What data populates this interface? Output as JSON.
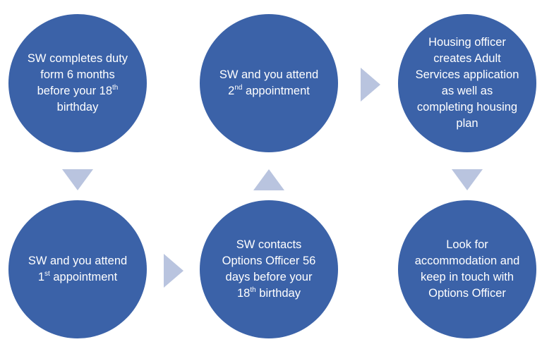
{
  "colors": {
    "circle_fill": "#3b62a8",
    "arrow_fill": "#b9c4df",
    "text": "#ffffff",
    "background": "#ffffff"
  },
  "steps": [
    {
      "pre": "SW completes duty form 6 months before your 18",
      "sup": "th",
      "post": " birthday"
    },
    {
      "pre": "SW and you attend 2",
      "sup": "nd",
      "post": " appointment"
    },
    {
      "pre": "Housing officer creates Adult Services application as well as completing housing plan",
      "sup": "",
      "post": ""
    },
    {
      "pre": "SW and you attend 1",
      "sup": "st",
      "post": " appointment"
    },
    {
      "pre": "SW contacts Options Officer 56 days before your 18",
      "sup": "th",
      "post": " birthday"
    },
    {
      "pre": "Look for accommodation and keep in touch with Options Officer",
      "sup": "",
      "post": ""
    }
  ],
  "arrows": [
    {
      "from": "step-1",
      "to": "step-4",
      "direction": "down"
    },
    {
      "from": "step-4",
      "to": "step-5",
      "direction": "right"
    },
    {
      "from": "step-5",
      "to": "step-2",
      "direction": "up"
    },
    {
      "from": "step-2",
      "to": "step-3",
      "direction": "right"
    },
    {
      "from": "step-3",
      "to": "step-6",
      "direction": "down"
    }
  ]
}
